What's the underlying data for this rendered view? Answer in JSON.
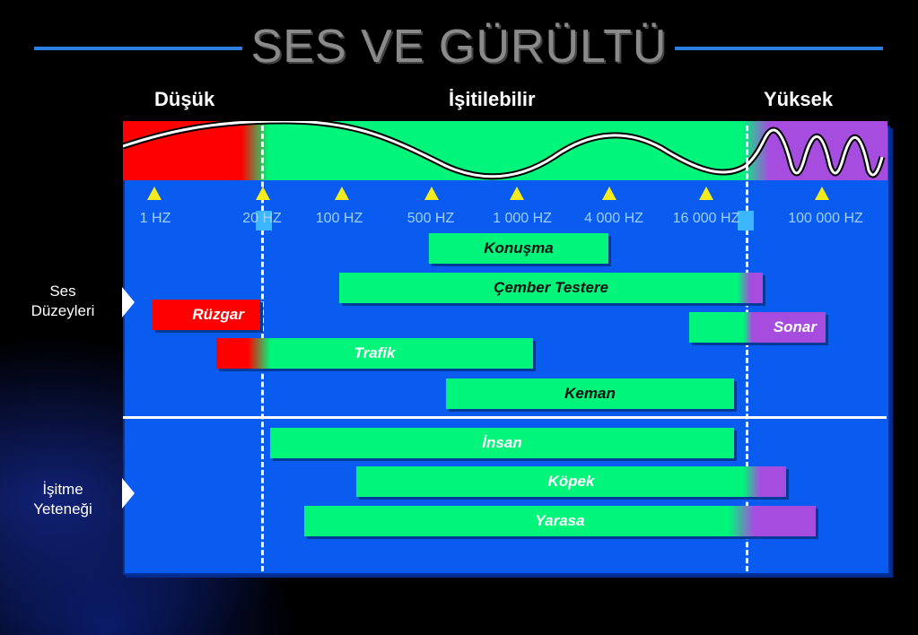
{
  "title": "SES VE GÜRÜLTÜ",
  "regions": {
    "low": "Düşük",
    "audible": "İşitilebilir",
    "high": "Yüksek"
  },
  "frequencies": [
    "1 HZ",
    "20 HZ",
    "100 HZ",
    "500 HZ",
    "1 000 HZ",
    "4 000 HZ",
    "16 000 HZ",
    "100 000 HZ"
  ],
  "sections": {
    "sound_levels": "Ses\nDüzeyleri",
    "hearing_ability": "İşitme\nYeteneği"
  },
  "bars": {
    "konusma": "Konuşma",
    "cember_testere": "Çember Testere",
    "ruzgar": "Rüzgar",
    "sonar": "Sonar",
    "trafik": "Trafik",
    "keman": "Keman",
    "insan": "İnsan",
    "kopek": "Köpek",
    "yarasa": "Yarasa"
  },
  "colors": {
    "low": "#ff0000",
    "audible": "#00f57a",
    "high": "#a64de0",
    "panel": "#0a5cf0"
  }
}
